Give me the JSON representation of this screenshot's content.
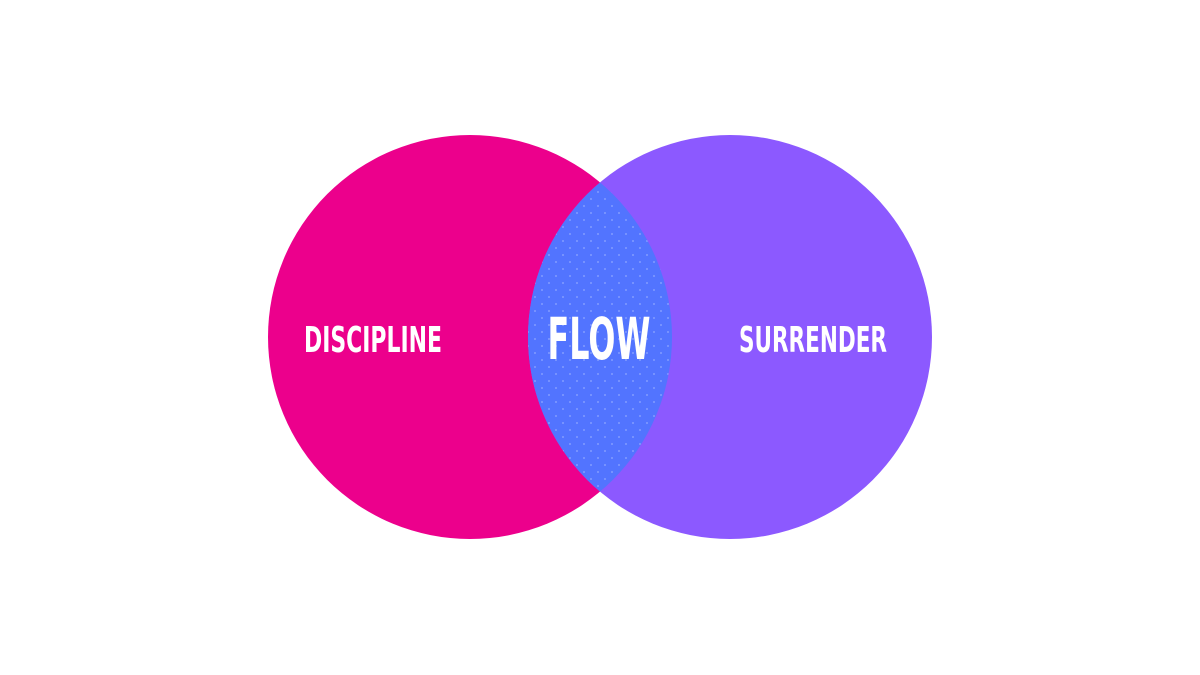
{
  "diagram": {
    "type": "venn",
    "sets": [
      {
        "label": "DISCIPLINE",
        "color": "#ec008c"
      },
      {
        "label": "SURRENDER",
        "color": "#8c59ff"
      }
    ],
    "intersection": {
      "label": "FLOW",
      "color": "#5274ff",
      "pattern": "dots"
    },
    "text_color": "#ffffff",
    "background": "#ffffff"
  }
}
